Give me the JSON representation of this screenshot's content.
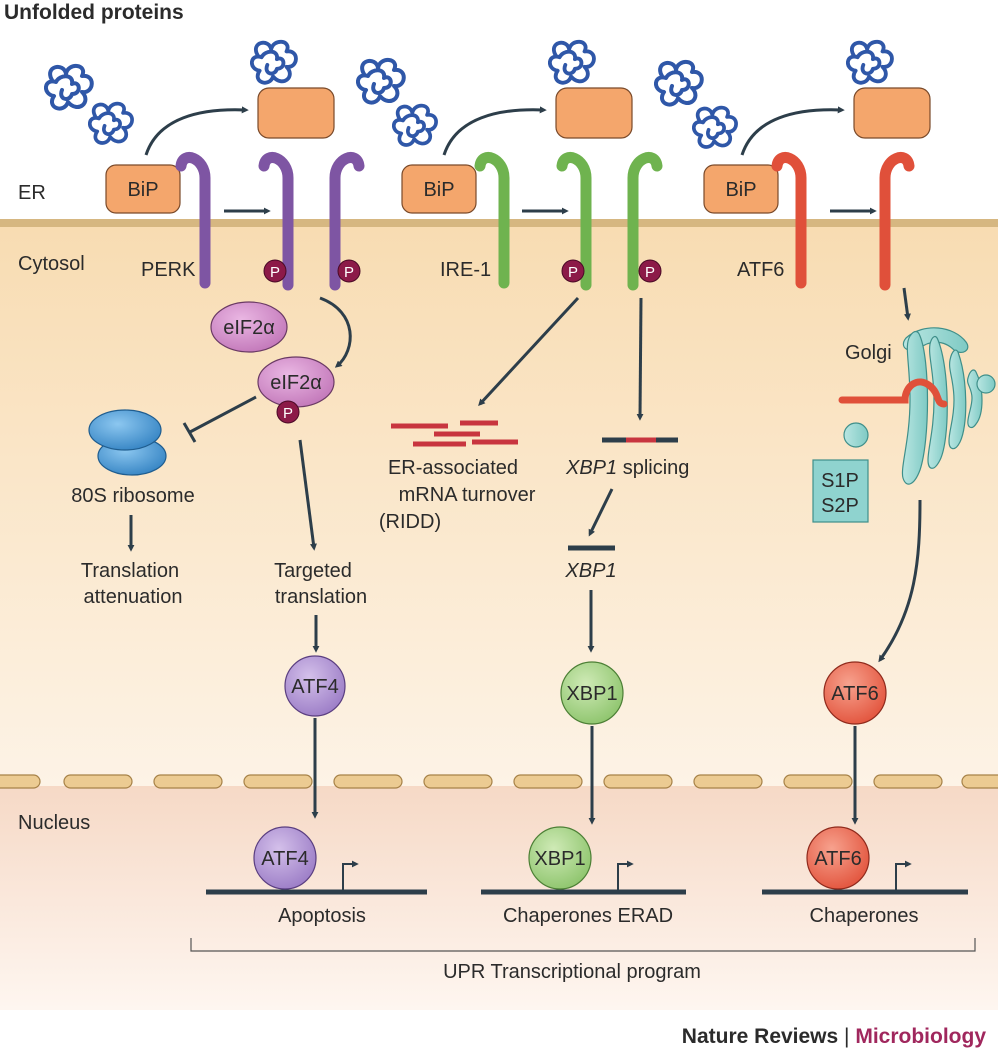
{
  "title": "Unfolded proteins",
  "compartments": {
    "er": "ER",
    "cytosol": "Cytosol",
    "nucleus": "Nucleus"
  },
  "chaperone": "BiP",
  "sensors": {
    "perk": "PERK",
    "ire1": "IRE-1",
    "atf6": "ATF6"
  },
  "phospho": "P",
  "nodes": {
    "eif2a": "eIF2α",
    "eif2a_p": "eIF2α",
    "ribosome": "80S ribosome",
    "translation_attenuation": [
      "Translation",
      "attenuation"
    ],
    "targeted_translation": [
      "Targeted",
      "translation"
    ],
    "ridd": [
      "ER-associated",
      "mRNA turnover",
      "(RIDD)"
    ],
    "xbp1_splicing_gene": "XBP1",
    "xbp1_splicing_word": " splicing",
    "xbp1_gene": "XBP1",
    "golgi": "Golgi",
    "s1p": "S1P",
    "s2p": "S2P",
    "atf4": "ATF4",
    "xbp1": "XBP1",
    "atf6": "ATF6"
  },
  "outputs": {
    "perk": "Apoptosis",
    "ire1": "Chaperones ERAD",
    "atf6": "Chaperones"
  },
  "program": "UPR Transcriptional program",
  "credit": {
    "journal": "Nature Reviews",
    "separator": " | ",
    "section": "Microbiology"
  },
  "colors": {
    "perk": "#7e55a3",
    "ire1": "#6fb34f",
    "atf6": "#e0503a",
    "bip": "#f4a66c",
    "phospho": "#8c1a48",
    "eif2a": "#c97bbf",
    "ribosome": "#3a8fd0",
    "golgi": "#8fd3cf",
    "mrna": "#c8353f",
    "arrow": "#2d3e4a",
    "credit_section": "#a0275d"
  }
}
